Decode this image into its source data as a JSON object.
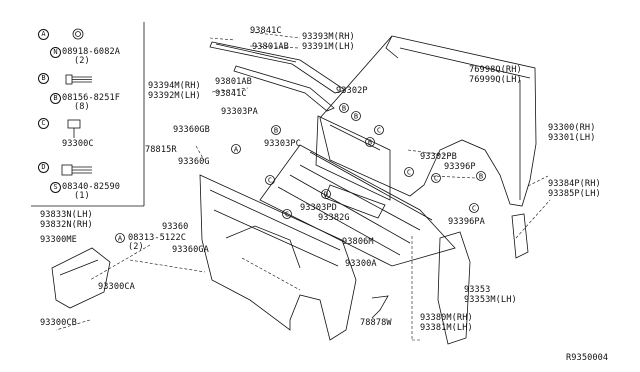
{
  "diagram_id": "R9350004",
  "legend": [
    {
      "key": "A",
      "part": "08918-6082A",
      "qty": "(2)",
      "prefix": "N"
    },
    {
      "key": "B",
      "part": "08156-8251F",
      "qty": "(8)",
      "prefix": "B"
    },
    {
      "key": "C",
      "part": "93300C",
      "qty": "",
      "prefix": ""
    },
    {
      "key": "D",
      "part": "08340-82590",
      "qty": "(1)",
      "prefix": "S"
    }
  ],
  "labels": {
    "p93841C_top": "93841C",
    "p93393M": "93393M(RH)",
    "p93801AB_top": "93801AB",
    "p93391M": "93391M(LH)",
    "p93394M": "93394M(RH)",
    "p93801AB_mid": "93801AB",
    "p93392M": "93392M(LH)",
    "p93841C_mid": "93841C",
    "p93302P": "93302P",
    "p76998Q": "76998Q(RH)",
    "p76999Q": "76999Q(LH)",
    "p93303PA": "93303PA",
    "p93360GB": "93360GB",
    "p93303PC": "93303PC",
    "p78815R": "78815R",
    "p93360G": "93360G",
    "p93302PB": "93302PB",
    "p93396P": "93396P",
    "p93300_rh": "93300(RH)",
    "p93301_lh": "93301(LH)",
    "p93384P": "93384P(RH)",
    "p93385P": "93385P(LH)",
    "p93303PD": "93303PD",
    "p93382G": "93382G",
    "p93396PA": "93396PA",
    "p93833N": "93833N(LH)",
    "p93832N": "93832N(RH)",
    "p93360": "93360",
    "p08313": "08313-5122C",
    "p08313_qty": "(2)",
    "p93300ME": "93300ME",
    "p93360GA": "93360GA",
    "p93806M": "93806M",
    "p93300A": "93300A",
    "p93300CA": "93300CA",
    "p93353": "93353",
    "p93353M": "93353M(LH)",
    "p93380M": "93380M(RH)",
    "p93381M": "93381M(LH)",
    "p93300CB": "93300CB",
    "p78878W": "78878W"
  },
  "callouts": [
    "A",
    "B",
    "C",
    "D"
  ]
}
